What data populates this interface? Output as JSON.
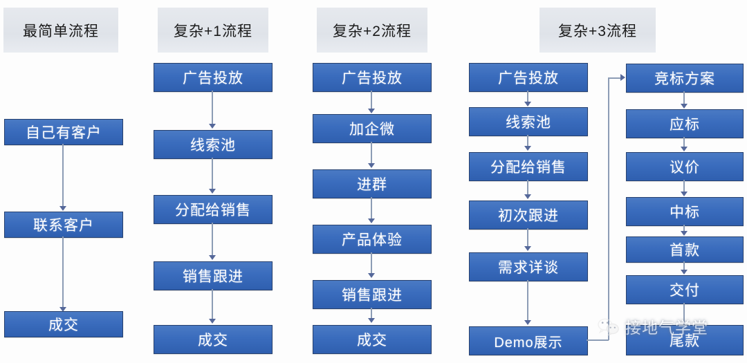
{
  "diagram": {
    "title_row": [
      {
        "label": "最简单流程"
      },
      {
        "label": "复杂+1流程"
      },
      {
        "label": "复杂+2流程"
      },
      {
        "label": "复杂+3流程"
      }
    ],
    "columns": [
      {
        "header": "最简单流程",
        "nodes": [
          "自己有客户",
          "联系客户",
          "成交"
        ]
      },
      {
        "header": "复杂+1流程",
        "nodes": [
          "广告投放",
          "线索池",
          "分配给销售",
          "销售跟进",
          "成交"
        ]
      },
      {
        "header": "复杂+2流程",
        "nodes": [
          "广告投放",
          "加企微",
          "进群",
          "产品体验",
          "销售跟进",
          "成交"
        ]
      },
      {
        "header": "复杂+3流程",
        "nodes_left": [
          "广告投放",
          "线索池",
          "分配给销售",
          "初次跟进",
          "需求详谈",
          "Demo展示"
        ],
        "nodes_right": [
          "竞标方案",
          "应标",
          "议价",
          "中标",
          "首款",
          "交付",
          "尾款"
        ]
      }
    ],
    "watermark": {
      "text": "接地气学堂",
      "logo": "wechat-logo-icon"
    },
    "colors": {
      "node_fill": "#3a6cbd",
      "node_border": "#26406e",
      "node_text": "#ffffff",
      "header_fill": "#e2e5ea",
      "header_text": "#1a1a1a",
      "connector": "#8c9cb5",
      "background": "#fdfdfd"
    }
  }
}
